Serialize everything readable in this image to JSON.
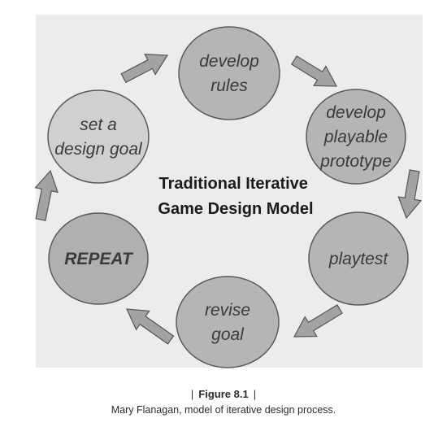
{
  "diagram": {
    "title_lines": [
      "Traditional Iterative",
      "Game Design Model"
    ],
    "nodes": [
      {
        "id": "develop-rules",
        "lines": [
          "develop",
          "rules"
        ],
        "bold": false,
        "fill": "#b5b5b5"
      },
      {
        "id": "develop-prototype",
        "lines": [
          "develop",
          "playable",
          "prototype"
        ],
        "bold": false,
        "fill": "#b5b5b5"
      },
      {
        "id": "playtest",
        "lines": [
          "playtest"
        ],
        "bold": false,
        "fill": "#b5b5b5"
      },
      {
        "id": "revise-goal",
        "lines": [
          "revise",
          "goal"
        ],
        "bold": false,
        "fill": "#b5b5b5"
      },
      {
        "id": "repeat",
        "lines": [
          "REPEAT"
        ],
        "bold": true,
        "fill": "#b0b0b0"
      },
      {
        "id": "set-goal",
        "lines": [
          "set a",
          "design goal"
        ],
        "bold": false,
        "fill": "#d0d0d0"
      }
    ],
    "colors": {
      "panel": "#ececec",
      "node_stroke": "#5a5a5a",
      "arrow_fill": "#a3a3a3",
      "arrow_stroke": "#555555"
    }
  },
  "caption": {
    "figure_label": "Figure 8.1",
    "separator": "|",
    "text": "Mary Flanagan, model of iterative design process."
  }
}
